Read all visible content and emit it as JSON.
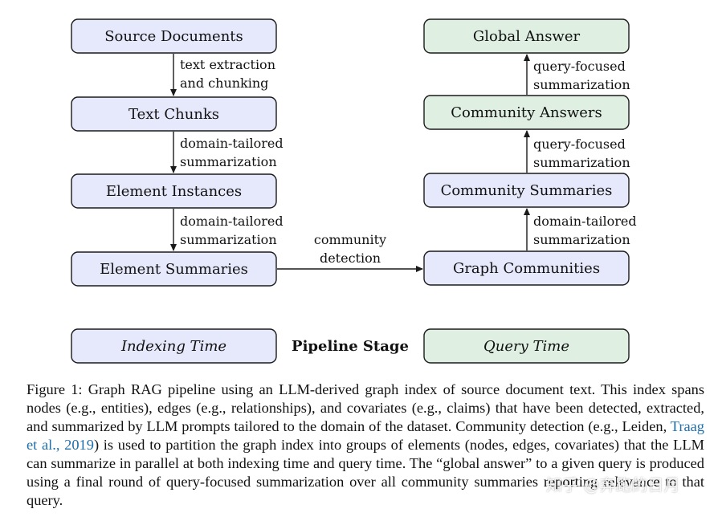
{
  "diagram": {
    "nodes": {
      "source_documents": "Source Documents",
      "text_chunks": "Text Chunks",
      "element_instances": "Element Instances",
      "element_summaries": "Element Summaries",
      "graph_communities": "Graph Communities",
      "community_summaries": "Community Summaries",
      "community_answers": "Community Answers",
      "global_answer": "Global Answer"
    },
    "edges": {
      "e1": [
        "text extraction",
        "and chunking"
      ],
      "e2": [
        "domain-tailored",
        "summarization"
      ],
      "e3": [
        "domain-tailored",
        "summarization"
      ],
      "e4": [
        "community",
        "detection"
      ],
      "e5": [
        "domain-tailored",
        "summarization"
      ],
      "e6": [
        "query-focused",
        "summarization"
      ],
      "e7": [
        "query-focused",
        "summarization"
      ]
    },
    "legend": {
      "indexing_time": "Indexing Time",
      "pipeline_stage": "Pipeline Stage",
      "query_time": "Query Time"
    },
    "colors": {
      "indexing_fill": "#e6e8fb",
      "query_fill": "#dff0e3",
      "stroke": "#1a1a1a"
    }
  },
  "caption": {
    "prefix": "Figure 1: Graph RAG pipeline using an LLM-derived graph index of source document text. This index spans nodes (e.g., entities), edges (e.g., relationships), and covariates (e.g., claims) that have been detected, extracted, and summarized by LLM prompts tailored to the domain of the dataset. Community detection (e.g., Leiden, ",
    "citation": "Traag et al., 2019",
    "suffix": ") is used to partition the graph index into groups of elements (nodes, edges, covariates) that the LLM can summarize in parallel at both indexing time and query time. The “global answer” to a given query is produced using a final round of query-focused summarization over all community summaries reporting relevance to that query."
  },
  "watermark": "知乎 @奔跑的日月"
}
